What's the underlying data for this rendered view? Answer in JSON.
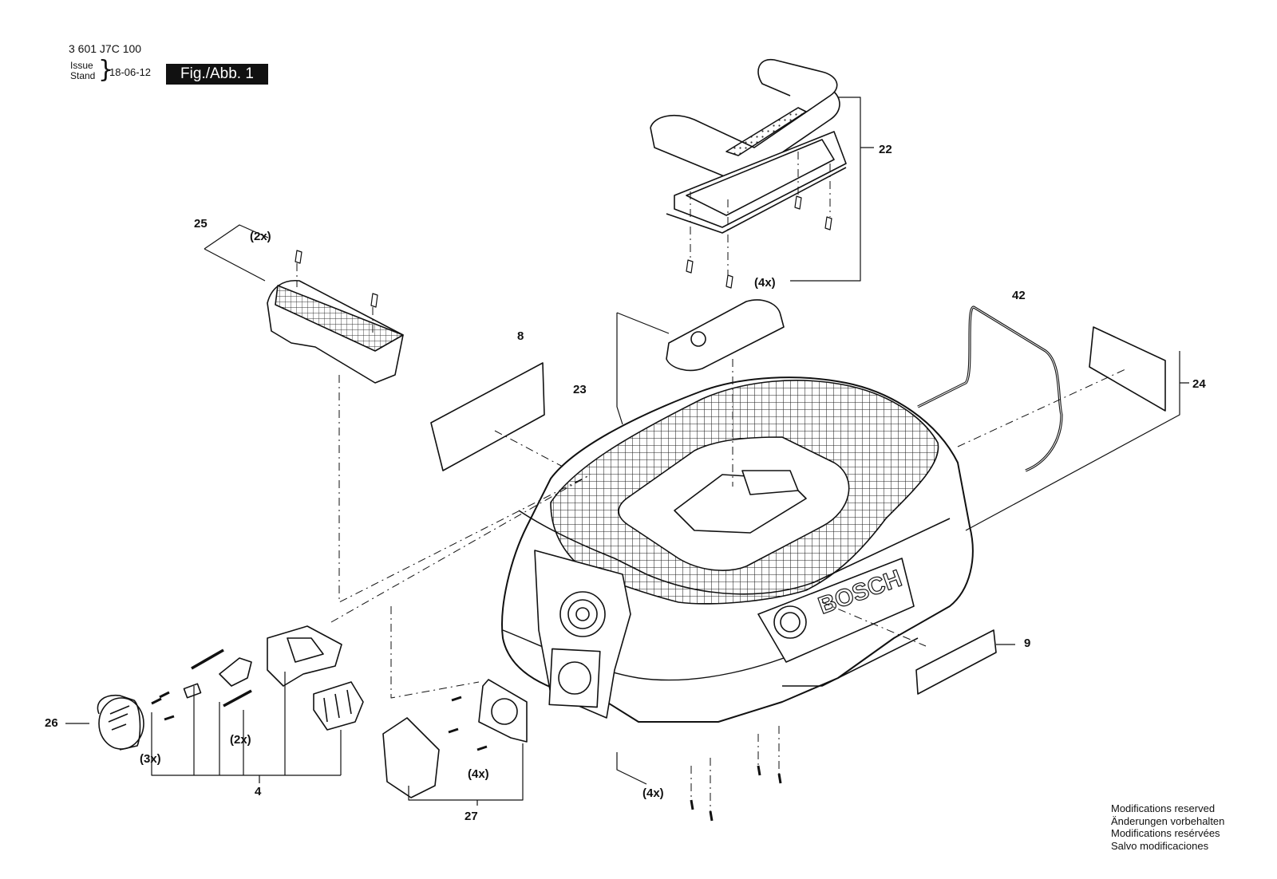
{
  "header": {
    "part_number": "3 601 J7C 100",
    "issue_label_1": "Issue",
    "issue_label_2": "Stand",
    "issue_date": "18-06-12",
    "figure_label": "Fig./Abb. 1"
  },
  "callouts": {
    "c22": "22",
    "c25": "25",
    "c8": "8",
    "c23": "23",
    "c42": "42",
    "c24": "24",
    "c9": "9",
    "c26": "26",
    "c4": "4",
    "c27": "27",
    "q_2x_top": "(2x)",
    "q_4x_handle": "(4x)",
    "q_3x": "(3x)",
    "q_2x_bottom": "(2x)",
    "q_4x_bracket": "(4x)",
    "q_4x_base": "(4x)"
  },
  "brand": {
    "logo_text": "BOSCH"
  },
  "footer": {
    "line1": "Modifications reserved",
    "line2": "Änderungen vorbehalten",
    "line3": "Modifications resérvées",
    "line4": "Salvo modificaciones"
  }
}
